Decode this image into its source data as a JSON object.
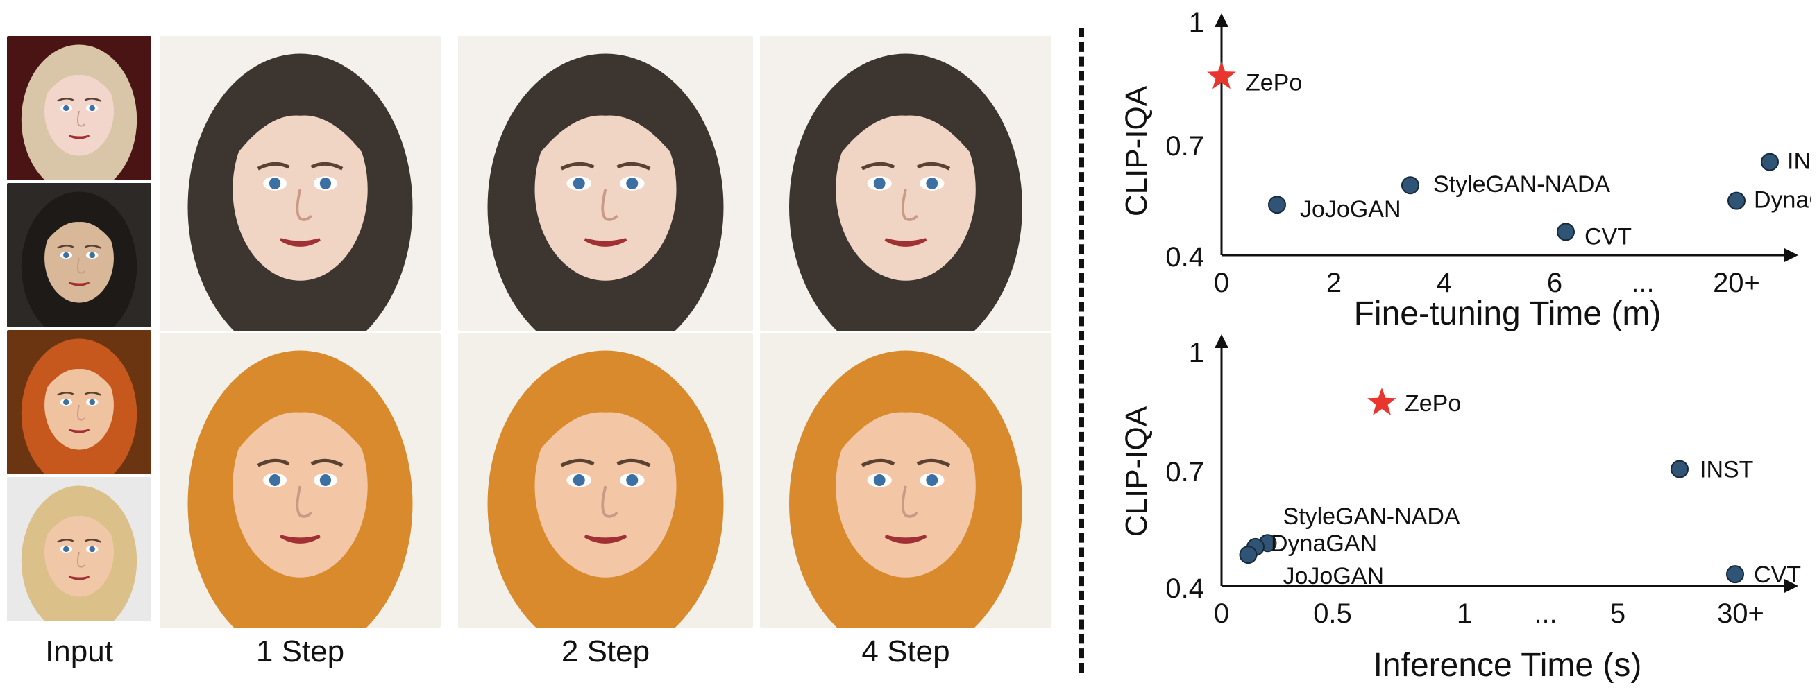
{
  "figure": {
    "captions": {
      "input": "Input",
      "step1": "1 Step",
      "step2": "2 Step",
      "step4": "4 Step"
    },
    "colors": {
      "marker_fill": "#2f5475",
      "marker_stroke": "#16283a",
      "star_fill": "#e8352d"
    },
    "panels": {
      "input_thumbnails": [
        {
          "subject": "style-reference-anime-blonde",
          "hair": "#d9c6a8",
          "bg": "#4a1414",
          "skin": "#f2d6cb"
        },
        {
          "subject": "content-photo-dark-hair",
          "hair": "#1e1a17",
          "bg": "#2d2926",
          "skin": "#d9b89a"
        },
        {
          "subject": "style-reference-anime-redhead",
          "hair": "#c7581d",
          "bg": "#6a3510",
          "skin": "#efc3a0"
        },
        {
          "subject": "content-photo-blonde",
          "hair": "#dcc08a",
          "bg": "#e9e9e9",
          "skin": "#f0c8a8"
        }
      ],
      "output_rows": [
        {
          "subject": "stylized-dark-hair",
          "hair": "#3d3630",
          "bg": "#f4f1ec",
          "skin": "#f0d4c4"
        },
        {
          "subject": "stylized-blonde",
          "hair": "#d98a2c",
          "bg": "#f3f0ea",
          "skin": "#f3c7a6"
        }
      ]
    }
  },
  "chart_data": [
    {
      "type": "scatter",
      "ylabel": "CLIP-IQA",
      "xlabel": "Fine-tuning Time (m)",
      "y_ticks": [
        "1",
        "0.7",
        "0.4"
      ],
      "x_ticks": [
        "0",
        "2",
        "4",
        "6",
        "...",
        "20+"
      ],
      "ylim": [
        0.4,
        1.0
      ],
      "x_scale": "broken axis: 0–6 linear, then 20+",
      "grid": false,
      "points": [
        {
          "label": "ZePo",
          "x": 0.0,
          "y": 0.86,
          "marker": "star"
        },
        {
          "label": "JoJoGAN",
          "x": 1.0,
          "y": 0.53,
          "marker": "circle"
        },
        {
          "label": "StyleGAN-NADA",
          "x": 3.4,
          "y": 0.58,
          "marker": "circle"
        },
        {
          "label": "CVT",
          "x": 6.2,
          "y": 0.46,
          "marker": "circle"
        },
        {
          "label": "DynaGAN",
          "x": 20.0,
          "y": 0.54,
          "marker": "circle"
        },
        {
          "label": "INST",
          "x": 20.6,
          "y": 0.64,
          "marker": "circle"
        }
      ]
    },
    {
      "type": "scatter",
      "ylabel": "CLIP-IQA",
      "xlabel": "Inference Time (s)",
      "y_ticks": [
        "1",
        "0.7",
        "0.4"
      ],
      "x_ticks": [
        "0",
        "0.5",
        "1",
        "...",
        "5",
        "30+"
      ],
      "ylim": [
        0.4,
        1.0
      ],
      "x_scale": "broken axis: 0–1 linear, then 5, then 30+",
      "grid": false,
      "points": [
        {
          "label": "ZePo",
          "x": 0.66,
          "y": 0.87,
          "marker": "star"
        },
        {
          "label": "StyleGAN-NADA",
          "x": 0.19,
          "y": 0.51,
          "marker": "circle"
        },
        {
          "label": "DynaGAN",
          "x": 0.14,
          "y": 0.5,
          "marker": "circle"
        },
        {
          "label": "JoJoGAN",
          "x": 0.11,
          "y": 0.48,
          "marker": "circle"
        },
        {
          "label": "INST",
          "x": 6.0,
          "y": 0.7,
          "marker": "circle"
        },
        {
          "label": "CVT",
          "x": 30.0,
          "y": 0.43,
          "marker": "circle"
        }
      ]
    }
  ]
}
